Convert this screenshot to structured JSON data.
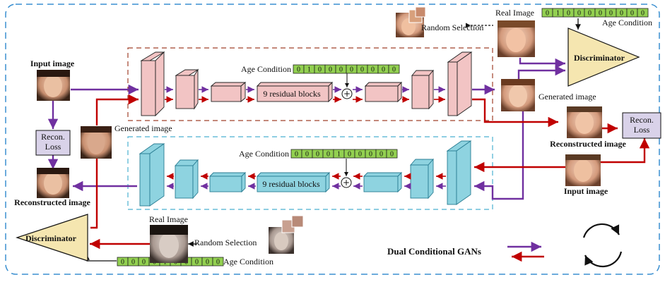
{
  "top_branch": {
    "input_image_label": "Input image",
    "age_condition_label": "Age Condition",
    "age_condition_bits": [
      "0",
      "1",
      "0",
      "0",
      "0",
      "0",
      "0",
      "0",
      "0",
      "0"
    ],
    "residual_label": "9 residual blocks",
    "generated_image_label": "Generated image"
  },
  "top_right": {
    "random_selection_label": "Random Selection",
    "real_image_label": "Real Image",
    "age_condition_label": "Age Condition",
    "age_condition_bits": [
      "0",
      "1",
      "0",
      "0",
      "0",
      "0",
      "0",
      "0",
      "0",
      "0"
    ],
    "discriminator_label": "Discriminator",
    "reconstructed_image_label": "Reconstructed image",
    "recon_loss_label": "Recon. Loss",
    "input_image_label": "Input image"
  },
  "left_side": {
    "recon_loss_label": "Recon. Loss",
    "reconstructed_image_label": "Reconstructed image",
    "generated_image_label": "Generated image"
  },
  "bottom_branch": {
    "age_condition_label": "Age Condition",
    "age_condition_bits": [
      "0",
      "0",
      "0",
      "0",
      "1",
      "0",
      "0",
      "0",
      "0",
      "0"
    ],
    "residual_label": "9 residual blocks"
  },
  "bottom_left": {
    "discriminator_label": "Discriminator",
    "real_image_label": "Real Image",
    "random_selection_label": "Random Selection",
    "age_condition_label": "Age Condition",
    "age_condition_bits": [
      "0",
      "0",
      "0",
      "0",
      "1",
      "0",
      "0",
      "0",
      "0",
      "0"
    ]
  },
  "legend": {
    "label": "Dual Conditional GANs"
  },
  "colors": {
    "purple_arrow": "#7030a0",
    "red_arrow": "#c00000",
    "pink_block": "#f2c4c4",
    "cyan_block": "#8ed3e0",
    "bits_fill": "#92d050",
    "discriminator_fill": "#f5e6b0",
    "recon_fill": "#d9d2e9",
    "outer_border": "#3a8fd0",
    "top_box_border": "#a0402a",
    "bottom_box_border": "#4ab0d0"
  }
}
